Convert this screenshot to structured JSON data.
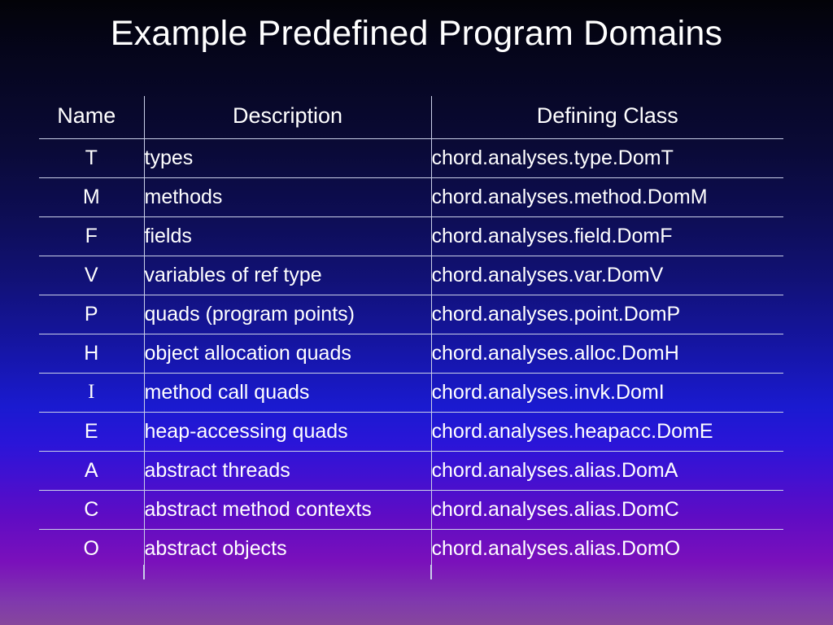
{
  "slide": {
    "title": "Example Predefined Program Domains",
    "background_top_color": "#030308",
    "background_mid_color": "#1a1ad0",
    "background_bottom_color": "#86479c",
    "text_color": "#ffffff",
    "rule_color": "#c9cfe8"
  },
  "table": {
    "headers": {
      "name": "Name",
      "description": "Description",
      "defining_class": "Defining Class"
    },
    "rows": [
      {
        "name": "T",
        "description": "types",
        "defining_class": "chord.analyses.type.DomT"
      },
      {
        "name": "M",
        "description": "methods",
        "defining_class": "chord.analyses.method.DomM"
      },
      {
        "name": "F",
        "description": "fields",
        "defining_class": "chord.analyses.field.DomF"
      },
      {
        "name": "V",
        "description": "variables of ref type",
        "defining_class": "chord.analyses.var.DomV"
      },
      {
        "name": "P",
        "description": "quads (program points)",
        "defining_class": "chord.analyses.point.DomP"
      },
      {
        "name": "H",
        "description": "object allocation quads",
        "defining_class": "chord.analyses.alloc.DomH"
      },
      {
        "name": "I",
        "description": "method call quads",
        "defining_class": "chord.analyses.invk.DomI"
      },
      {
        "name": "E",
        "description": "heap-accessing quads",
        "defining_class": "chord.analyses.heapacc.DomE"
      },
      {
        "name": "A",
        "description": "abstract threads",
        "defining_class": "chord.analyses.alias.DomA"
      },
      {
        "name": "C",
        "description": "abstract method contexts",
        "defining_class": "chord.analyses.alias.DomC"
      },
      {
        "name": "O",
        "description": "abstract objects",
        "defining_class": "chord.analyses.alias.DomO"
      }
    ]
  }
}
